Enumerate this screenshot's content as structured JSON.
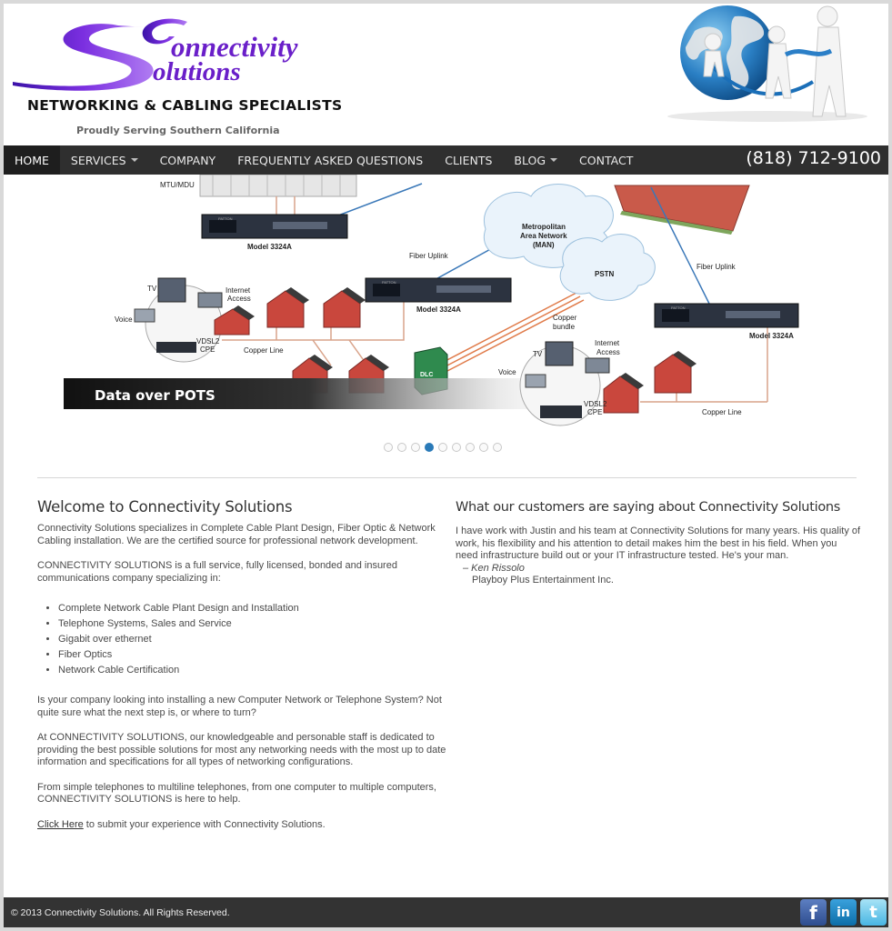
{
  "header": {
    "logo_text_1": "onnectivity",
    "logo_text_2": "olutions",
    "tagline": "NETWORKING & CABLING SPECIALISTS",
    "subtagline": "Proudly Serving Southern California"
  },
  "nav": {
    "items": [
      {
        "label": "HOME",
        "active": true
      },
      {
        "label": "SERVICES",
        "dropdown": true
      },
      {
        "label": "COMPANY"
      },
      {
        "label": "FREQUENTLY ASKED QUESTIONS"
      },
      {
        "label": "CLIENTS"
      },
      {
        "label": "BLOG",
        "dropdown": true
      },
      {
        "label": "CONTACT"
      }
    ],
    "phone": "(818) 712-9100"
  },
  "slider": {
    "caption": "Data over POTS",
    "labels": {
      "mtu": "MTU/MDU",
      "model_1": "Model 3324A",
      "model_2": "Model 3324A",
      "model_3": "Model 3324A",
      "fiber_uplink_1": "Fiber Uplink",
      "fiber_uplink_2": "Fiber Uplink",
      "man_1": "Metropolitan",
      "man_2": "Area Network",
      "man_3": "(MAN)",
      "pstn": "PSTN",
      "copper_bundle_1": "Copper",
      "copper_bundle_2": "bundle",
      "tv_1": "TV",
      "tv_2": "TV",
      "internet_1a": "Internet",
      "internet_1b": "Access",
      "internet_2a": "Internet",
      "internet_2b": "Access",
      "voice_1": "Voice",
      "voice_2": "Voice",
      "vdsl_1a": "VDSL2",
      "vdsl_1b": "CPE",
      "vdsl_2a": "VDSL2",
      "vdsl_2b": "CPE",
      "copper_line_1": "Copper Line",
      "copper_line_2": "Copper Line",
      "dlc": "DLC",
      "patton": "PATTON"
    },
    "slide_count": 9,
    "active_index": 3
  },
  "welcome": {
    "title": "Welcome to Connectivity Solutions",
    "p1": "Connectivity Solutions specializes in Complete Cable Plant Design, Fiber Optic & Network Cabling installation. We are the certified source for professional network development.",
    "p2": "CONNECTIVITY SOLUTIONS is a full service, fully licensed, bonded and insured communications company specializing in:",
    "services": [
      "Complete Network Cable Plant Design and Installation",
      "Telephone Systems, Sales and Service",
      "Gigabit over ethernet",
      "Fiber Optics",
      "Network Cable Certification"
    ],
    "p3": "Is your company looking into installing a new Computer Network or Telephone System? Not quite sure what the next step is, or where to turn?",
    "p4": "At CONNECTIVITY SOLUTIONS, our knowledgeable and personable staff is dedicated to providing the best possible solutions for most any networking needs with the most up to date information and specifications for all types of networking configurations.",
    "p5": "From simple telephones to multiline telephones, from one computer to multiple computers, CONNECTIVITY SOLUTIONS is here to help.",
    "cta_link": "Click Here",
    "cta_rest": " to submit your experience with Connectivity Solutions."
  },
  "testimonial": {
    "title": "What our customers are saying about Connectivity Solutions",
    "quote": "I have work with Justin and his team at Connectivity Solutions for many years. His quality of work, his flexibility and his attention to detail makes him the best in his field. When you need infrastructure build out or your IT infrastructure tested. He's your man.",
    "author": "– Ken Rissolo",
    "company": "Playboy Plus Entertainment Inc."
  },
  "footer": {
    "copyright": "© 2013 Connectivity Solutions. All Rights Reserved.",
    "social": [
      {
        "name": "facebook",
        "glyph": "f"
      },
      {
        "name": "linkedin",
        "glyph": "in"
      },
      {
        "name": "twitter",
        "glyph": "t"
      }
    ]
  },
  "colors": {
    "logo_purple": "#6a1fc9",
    "nav_bg": "#2f2f2f",
    "dot_active": "#2a7ab8",
    "footer_bg": "#333333"
  }
}
